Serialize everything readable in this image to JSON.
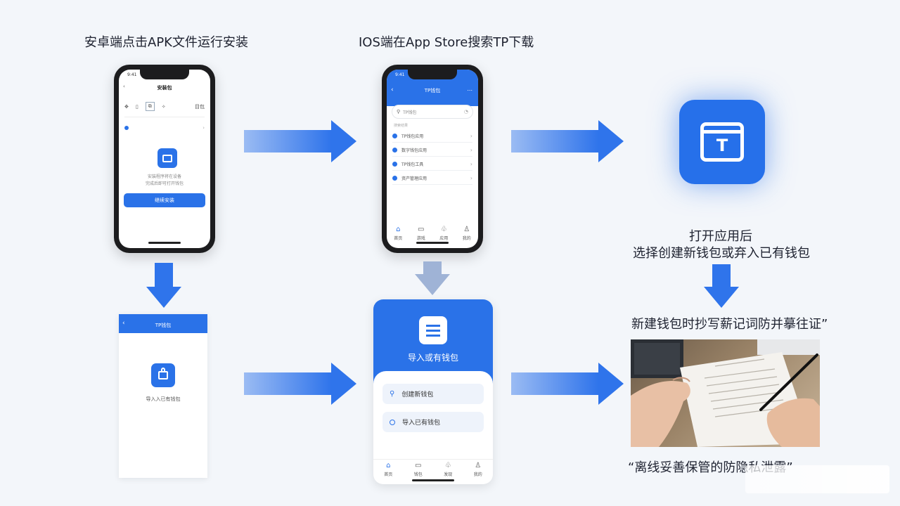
{
  "captions": {
    "android": "安卓端点击APK文件运行安装",
    "ios": "IOS端在App Store搜索TP下载",
    "after_open_line1": "打开应用后",
    "after_open_line2": "选择创建新钱包或弃入已有钱包",
    "backup": "新建钱包时抄写薪记词防并摹往证”",
    "offline": "“离线妥善保管的防隐私泄露”"
  },
  "android_phone": {
    "time": "9:41",
    "title": "安装包",
    "right_label": "目包",
    "row_text": "",
    "body_text_1": "安装程序将在设备",
    "body_text_2": "完成后即可打开钱包",
    "button": "继续安装"
  },
  "ios_phone": {
    "time": "9:41",
    "title": "TP钱包",
    "more": "...",
    "search_placeholder": "TP钱包",
    "section": "搜索结果",
    "rows": [
      "TP钱包应用",
      "数字钱包应用",
      "TP钱包工具",
      "资产管理应用"
    ],
    "tabs": [
      "首页",
      "游戏",
      "应用",
      "我的"
    ]
  },
  "app_icon": {
    "letter": "T"
  },
  "android_open": {
    "title": "TP钱包",
    "label": "导入入已有钱包"
  },
  "wallet_screen": {
    "title": "导入或有钱包",
    "option_create": "创建新钱包",
    "option_import": "导入已有钱包",
    "tabs": [
      "首页",
      "钱包",
      "发现",
      "我的"
    ]
  },
  "colors": {
    "accent": "#2a72e8",
    "arrow": "#2f74eb",
    "background": "#f3f6fa"
  }
}
